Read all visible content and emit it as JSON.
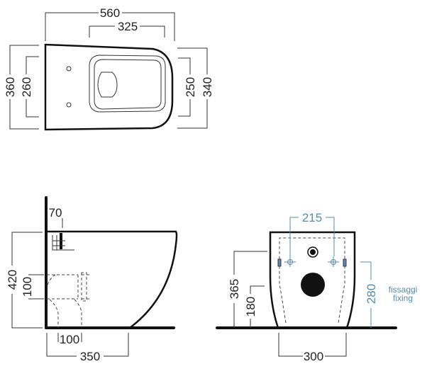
{
  "top_view": {
    "dim_length": "560",
    "dim_bowl_length": "325",
    "dim_width_rear": "360",
    "dim_hole_spacing": "260",
    "dim_bowl_width": "250",
    "dim_width_front": "340"
  },
  "side_view": {
    "dim_height": "420",
    "dim_fixing_offset": "70",
    "dim_outlet_height": "100",
    "dim_outlet_offset": "100",
    "dim_depth": "350"
  },
  "front_view": {
    "dim_fixing_spacing": "215",
    "dim_inlet_height": "365",
    "dim_outlet_height": "180",
    "dim_fixing_height": "280",
    "dim_base_width": "300",
    "note_fixing_it": "fissaggi",
    "note_fixing_en": "fixing"
  },
  "colors": {
    "fixing_blue": "#5a8aa8",
    "line": "#111111"
  }
}
